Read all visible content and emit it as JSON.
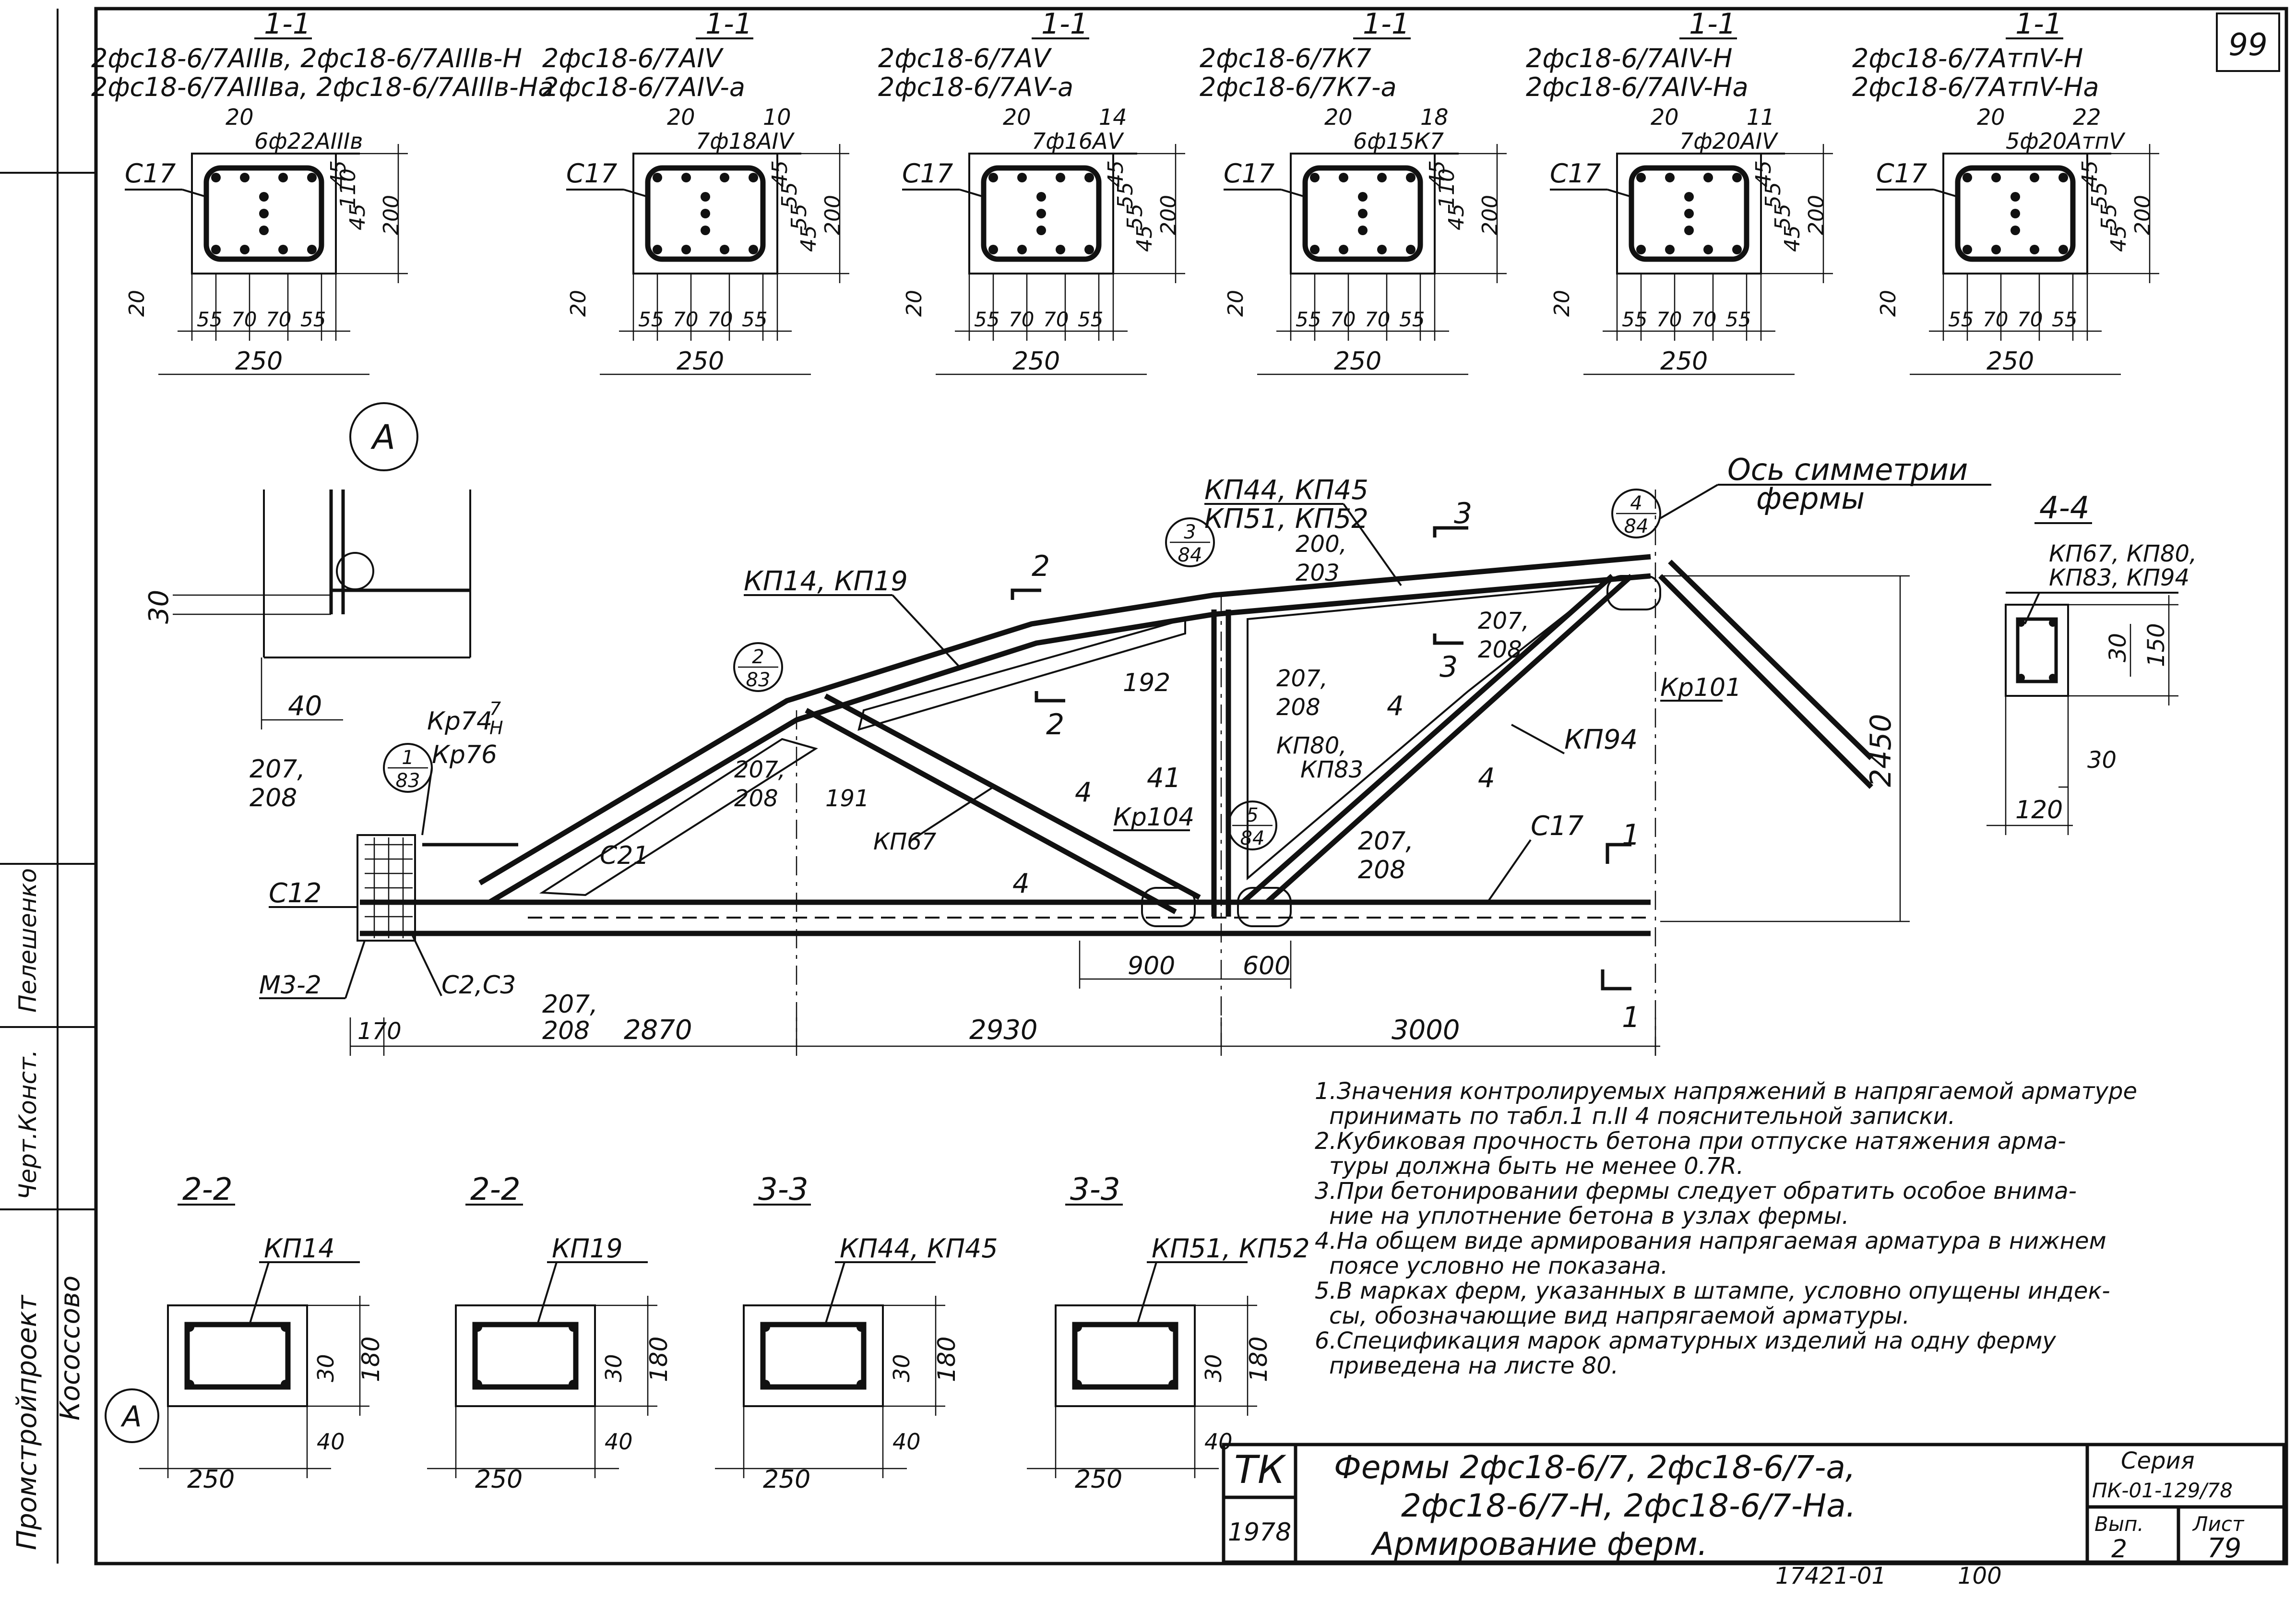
{
  "sheet": {
    "number_top": "99"
  },
  "sections_top": [
    {
      "title": "1-1",
      "marks": [
        "2фс18-6/7АIIIв, 2фс18-6/7АIIIв-Н",
        "2фс18-6/7АIIIва, 2фс18-6/7АIIIв-На"
      ],
      "rebar": "6ф22АIIIв",
      "side": "20",
      "stirrup": "С17",
      "dims_v": [
        "45",
        "110",
        "45",
        "200",
        "20"
      ],
      "dims_h": [
        "55",
        "70",
        "70",
        "55"
      ],
      "width": "250"
    },
    {
      "title": "1-1",
      "marks": [
        "2фс18-6/7АIV",
        "2фс18-6/7АIV-а"
      ],
      "rebar": "7ф18АIV",
      "side": "20",
      "cnt": "10",
      "stirrup": "С17",
      "dims_v": [
        "45",
        "55",
        "55",
        "45",
        "200",
        "20"
      ],
      "dims_h": [
        "55",
        "70",
        "70",
        "55"
      ],
      "width": "250"
    },
    {
      "title": "1-1",
      "marks": [
        "2фс18-6/7АV",
        "2фс18-6/7АV-а"
      ],
      "rebar": "7ф16АV",
      "side": "20",
      "cnt": "14",
      "stirrup": "С17",
      "dims_v": [
        "45",
        "55",
        "55",
        "45",
        "200",
        "20"
      ],
      "dims_h": [
        "55",
        "70",
        "70",
        "55"
      ],
      "width": "250"
    },
    {
      "title": "1-1",
      "marks": [
        "2фс18-6/7К7",
        "2фс18-6/7К7-а"
      ],
      "rebar": "6ф15К7",
      "side": "20",
      "cnt": "18",
      "stirrup": "С17",
      "dims_v": [
        "45",
        "110",
        "45",
        "200",
        "20"
      ],
      "dims_h": [
        "55",
        "70",
        "70",
        "55"
      ],
      "width": "250"
    },
    {
      "title": "1-1",
      "marks": [
        "2фс18-6/7АIV-Н",
        "2фс18-6/7АIV-На"
      ],
      "rebar": "7ф20АIV",
      "side": "20",
      "cnt": "11",
      "stirrup": "С17",
      "dims_v": [
        "45",
        "55",
        "55",
        "45",
        "200",
        "20"
      ],
      "dims_h": [
        "55",
        "70",
        "70",
        "55"
      ],
      "width": "250"
    },
    {
      "title": "1-1",
      "marks": [
        "2фс18-6/7АтпV-Н",
        "2фс18-6/7АтпV-На"
      ],
      "rebar": "5ф20АтпV",
      "side": "20",
      "cnt": "22",
      "stirrup": "С17",
      "dims_v": [
        "45",
        "55",
        "55",
        "45",
        "200",
        "20"
      ],
      "dims_h": [
        "55",
        "70",
        "70",
        "55"
      ],
      "width": "250"
    }
  ],
  "detail_a": {
    "label": "А",
    "dim_v": "30",
    "dim_h": "40"
  },
  "truss": {
    "axis_title": "Ось симметрии",
    "axis_title2": "фермы",
    "height": "2450",
    "labels": {
      "kp14": "КП14, КП19",
      "kp44": "КП44, КП45",
      "kp51": "КП51, КП52",
      "kp67": "КП67",
      "kp94": "КП94",
      "kp80": "КП80,",
      "kp83": "КП83",
      "kr74": "Кр74",
      "kr74b": "7",
      "kr74c": "Н",
      "kr76": "Кр76",
      "kr104": "Кр104",
      "kr101": "Кр101",
      "c21": "С21",
      "c12": "С12",
      "c17": "С17",
      "c2c3": "С2,С3",
      "m32": "М3-2",
      "n192": "192",
      "n191": "191",
      "n200": "200,",
      "n203": "203",
      "n207a": "207,",
      "n208a": "208",
      "sec2": "2",
      "sec3": "3",
      "sec4": "4",
      "sec1": "1",
      "n41": "41"
    },
    "nodes": [
      {
        "num": "1",
        "sheet": "83"
      },
      {
        "num": "2",
        "sheet": "83"
      },
      {
        "num": "3",
        "sheet": "84"
      },
      {
        "num": "4",
        "sheet": "84"
      },
      {
        "num": "5",
        "sheet": "84"
      }
    ],
    "dims_bottom": [
      "170",
      "2870",
      "2930",
      "3000"
    ],
    "dims_mid": [
      "900",
      "600"
    ]
  },
  "section_44": {
    "title": "4-4",
    "marks": [
      "КП67, КП80,",
      "КП83, КП94"
    ],
    "dims_v": [
      "30",
      "150",
      "30"
    ],
    "width": "120"
  },
  "sections_bottom": [
    {
      "title": "2-2",
      "mark": "КП14",
      "dim_v": [
        "30",
        "180"
      ],
      "dim_h": [
        "40",
        "250"
      ]
    },
    {
      "title": "2-2",
      "mark": "КП19",
      "dim_v": [
        "30",
        "180"
      ],
      "dim_h": [
        "40",
        "250"
      ]
    },
    {
      "title": "3-3",
      "mark": "КП44, КП45",
      "dim_v": [
        "30",
        "180"
      ],
      "dim_h": [
        "40",
        "250"
      ]
    },
    {
      "title": "3-3",
      "mark": "КП51, КП52",
      "dim_v": [
        "30",
        "180"
      ],
      "dim_h": [
        "40",
        "250"
      ]
    }
  ],
  "notes": [
    "1.Значения контролируемых напряжений в напрягаемой арматуре",
    "принимать по табл.1 п.II 4 пояснительной записки.",
    "2.Кубиковая прочность бетона при отпуске натяжения арма-",
    "туры должна быть не менее 0.7R.",
    "3.При бетонировании фермы следует обратить особое внима-",
    "ние на уплотнение бетона в узлах фермы.",
    "4.На общем виде армирования напрягаемая арматура в нижнем",
    "поясе условно не показана.",
    "5.В марках ферм, указанных в штампе, условно опущены индек-",
    "сы, обозначающие вид напрягаемой арматуры.",
    "6.Спецификация марок арматурных изделий на одну ферму",
    "приведена на листе 80."
  ],
  "left_margin": {
    "org": "Промстройпроект",
    "city": "Кососсово",
    "role": "Черт.Конст.",
    "name": "Пелешенко"
  },
  "stamp": {
    "tk": "ТК",
    "year": "1978",
    "title1": "Фермы 2фс18-6/7, 2фс18-6/7-а,",
    "title2": "2фс18-6/7-Н, 2фс18-6/7-На.",
    "title3": "Армирование ферм.",
    "series_label": "Серия",
    "series": "ПК-01-129/78",
    "vyp_label": "Вып.",
    "vyp": "2",
    "list_label": "Лист",
    "list": "79"
  },
  "footer": {
    "code": "17421-01",
    "page": "100"
  }
}
